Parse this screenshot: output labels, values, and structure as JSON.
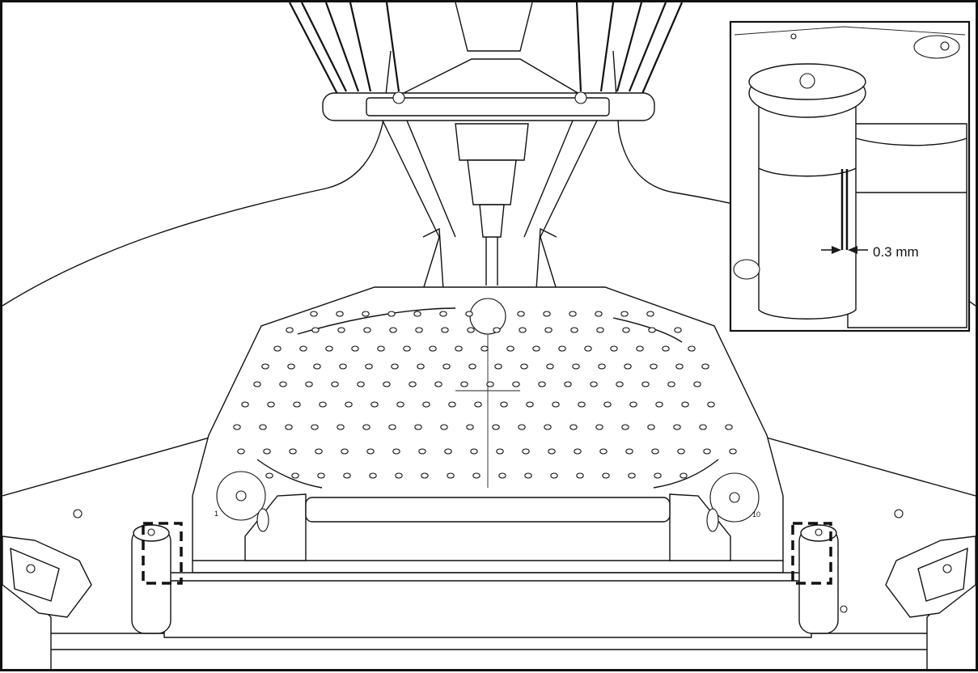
{
  "inset": {
    "gap_label": "0.3 mm"
  },
  "platform": {
    "label_left": "1",
    "label_right": "10"
  }
}
